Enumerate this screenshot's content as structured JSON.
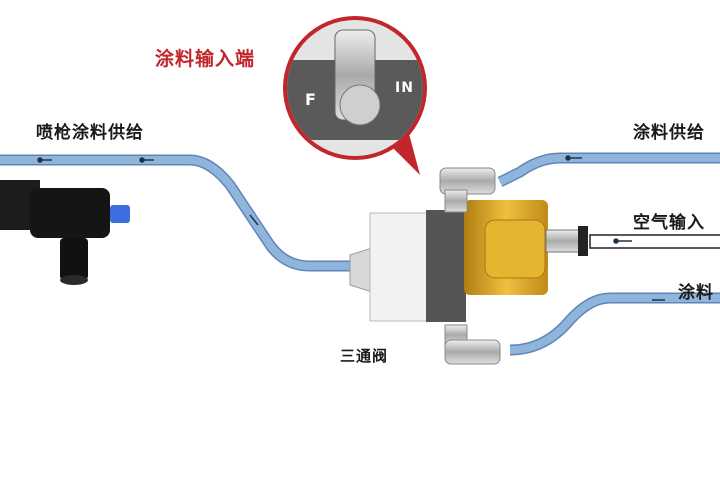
{
  "labels": {
    "paint_input_end": "涂料输入端",
    "gun_paint_supply": "喷枪涂料供给",
    "paint_supply": "涂料供给",
    "air_input": "空气输入",
    "paint": "涂料",
    "three_way_valve": "三通阀"
  },
  "callout": {
    "marking_f": "F",
    "marking_in": "IN"
  },
  "colors": {
    "pipe": "#8fb5dd",
    "pipe_edge": "#5f86b8",
    "callout_ring": "#c0262b",
    "valve_gold": "#d9a21c",
    "accent_red": "#c0262b"
  }
}
